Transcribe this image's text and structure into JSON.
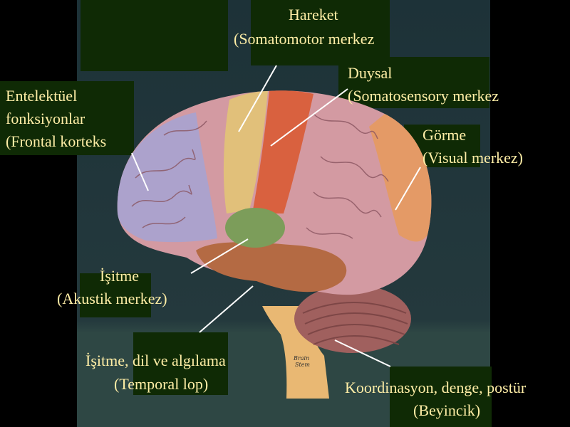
{
  "labels": {
    "motor_title": "Hareket",
    "motor_sub": "(Somatomotor merkez",
    "sensory_title": "Duysal",
    "sensory_sub": "(Somatosensory merkez",
    "frontal_l1": "Entelektüel",
    "frontal_l2": "fonksiyonlar",
    "frontal_l3": "(Frontal korteks",
    "visual_title": "Görme",
    "visual_sub": "(Visual merkez)",
    "hearing_title": "İşitme",
    "hearing_sub": "(Akustik merkez)",
    "temporal_title": "İşitme, dil ve algılama",
    "temporal_sub": "(Temporal lop)",
    "cerebellum_title": "Koordinasyon, denge, postür",
    "cerebellum_sub": "(Beyincik)",
    "brainstem_tag": "Brain Stem"
  },
  "colors": {
    "label_text": "#ffeea6",
    "label_box": "#0f2a05",
    "frontal_region": "#a7a3d0",
    "motor_region": "#e1c07a",
    "sensory_region": "#d9613f",
    "visual_region": "#e49a66",
    "auditory_region": "#7c9d5a",
    "temporal_region": "#b46a43",
    "cortex": "#d39aa2"
  }
}
